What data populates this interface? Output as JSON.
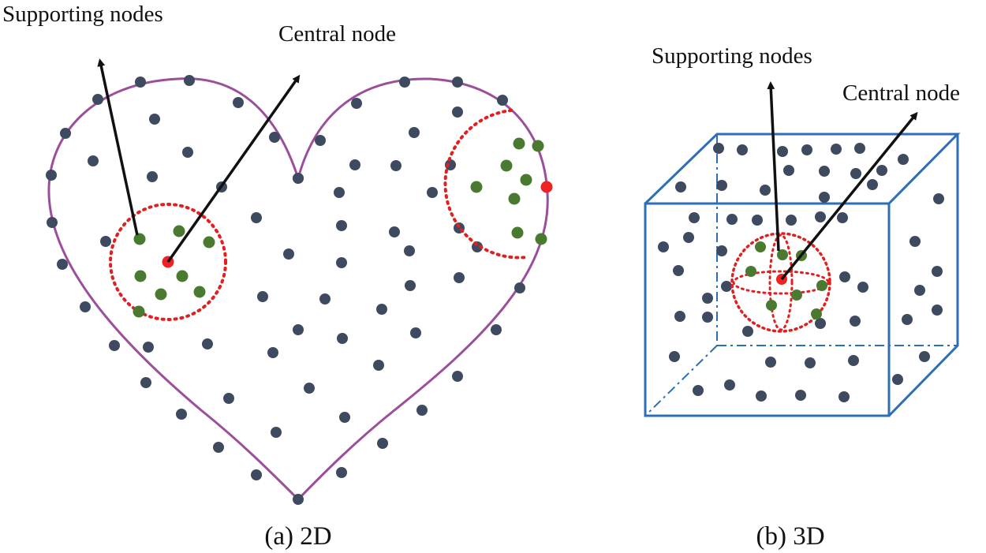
{
  "panel_2d": {
    "supporting_label": "Supporting nodes",
    "central_label": "Central node",
    "caption": "(a) 2D"
  },
  "panel_3d": {
    "supporting_label": "Supporting nodes",
    "central_label": "Central node",
    "caption": "(b) 3D"
  },
  "colors": {
    "node": "#3d4a60",
    "support": "#4a7a30",
    "central": "#ee2222",
    "boundary": "#9b4f9b",
    "cube": "#2c6fb5",
    "circle": "#e02020",
    "arrow": "#111111"
  }
}
